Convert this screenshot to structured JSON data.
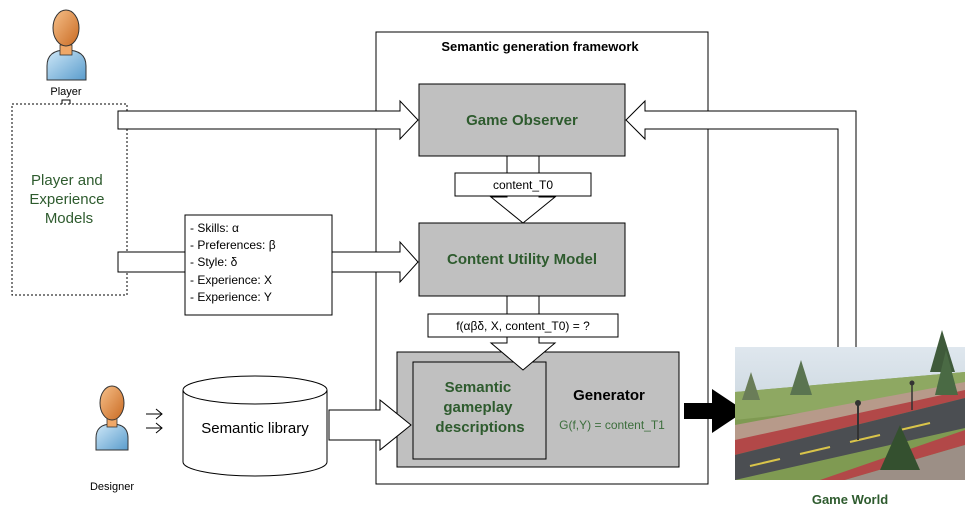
{
  "framework": {
    "title": "Semantic generation framework"
  },
  "player": {
    "label": "Player",
    "icon": "person-icon"
  },
  "designer": {
    "label": "Designer",
    "icon": "person-icon"
  },
  "models": {
    "lines": [
      "Player and",
      "Experience",
      "Models"
    ]
  },
  "parameters": {
    "items": [
      "- Skills: α",
      "- Preferences: β",
      "- Style: δ",
      "- Experience: X",
      "- Experience: Y"
    ]
  },
  "observer": {
    "label": "Game Observer"
  },
  "content_t0": {
    "label": "content_T0"
  },
  "utility": {
    "label": "Content Utility Model"
  },
  "formula": {
    "label": "f(αβδ, X, content_T0) = ?"
  },
  "generator": {
    "label": "Generator",
    "formula": "G(f,Y) = content_T1"
  },
  "semantic_desc": {
    "lines": [
      "Semantic",
      "gameplay",
      "descriptions"
    ]
  },
  "library": {
    "label": "Semantic library"
  },
  "game_world": {
    "label": "Game World"
  },
  "colors": {
    "box_fill": "#c0c0c0",
    "label_green": "#2e5b2e",
    "text_green": "#3c6e3c",
    "arrow_black": "#000000",
    "person_head": "#e0904a",
    "person_body": "#8cc4e8"
  }
}
